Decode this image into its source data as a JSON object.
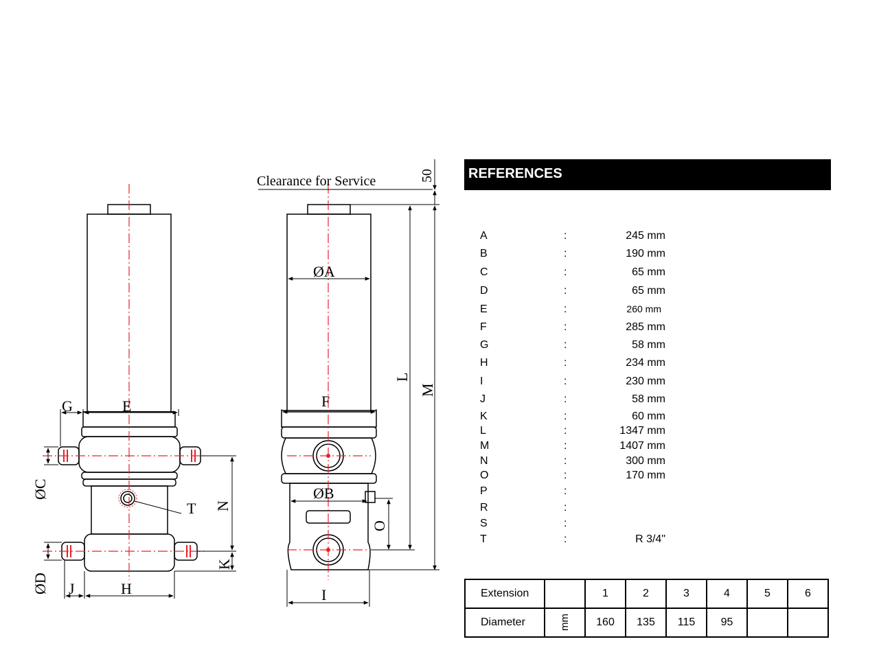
{
  "drawing": {
    "clearance_label": "Clearance for Service",
    "clearance_value": "50",
    "labels": {
      "A": "ØA",
      "B": "ØB",
      "C": "ØC",
      "D": "ØD",
      "E": "E",
      "F": "F",
      "G": "G",
      "H": "H",
      "I": "I",
      "J": "J",
      "K": "K",
      "L": "L",
      "M": "M",
      "N": "N",
      "O": "O",
      "T": "T"
    }
  },
  "references": {
    "title": "REFERENCES",
    "separator": ":",
    "rows": [
      {
        "key": "A",
        "value": "245 mm"
      },
      {
        "key": "B",
        "value": "190 mm"
      },
      {
        "key": "C",
        "value": "65 mm"
      },
      {
        "key": "D",
        "value": "65 mm"
      },
      {
        "key": "E",
        "value": "260 mm"
      },
      {
        "key": "F",
        "value": "285 mm"
      },
      {
        "key": "G",
        "value": "58 mm"
      },
      {
        "key": "H",
        "value": "234 mm"
      },
      {
        "key": "I",
        "value": "230 mm"
      },
      {
        "key": "J",
        "value": "58 mm"
      },
      {
        "key": "K",
        "value": "60 mm"
      },
      {
        "key": "L",
        "value": "1347 mm"
      },
      {
        "key": "M",
        "value": "1407 mm"
      },
      {
        "key": "N",
        "value": "300 mm"
      },
      {
        "key": "O",
        "value": "170 mm"
      },
      {
        "key": "P",
        "value": ""
      },
      {
        "key": "R",
        "value": ""
      },
      {
        "key": "S",
        "value": ""
      },
      {
        "key": "T",
        "value": "R 3/4\""
      }
    ]
  },
  "extension_table": {
    "row1": {
      "label": "Extension",
      "unit": "",
      "cells": [
        "1",
        "2",
        "3",
        "4",
        "5",
        "6"
      ]
    },
    "row2": {
      "label": "Diameter",
      "unit": "mm",
      "cells": [
        "160",
        "135",
        "115",
        "95",
        "",
        ""
      ]
    }
  },
  "colors": {
    "centerline": "#e8212a",
    "ink": "#000000"
  }
}
